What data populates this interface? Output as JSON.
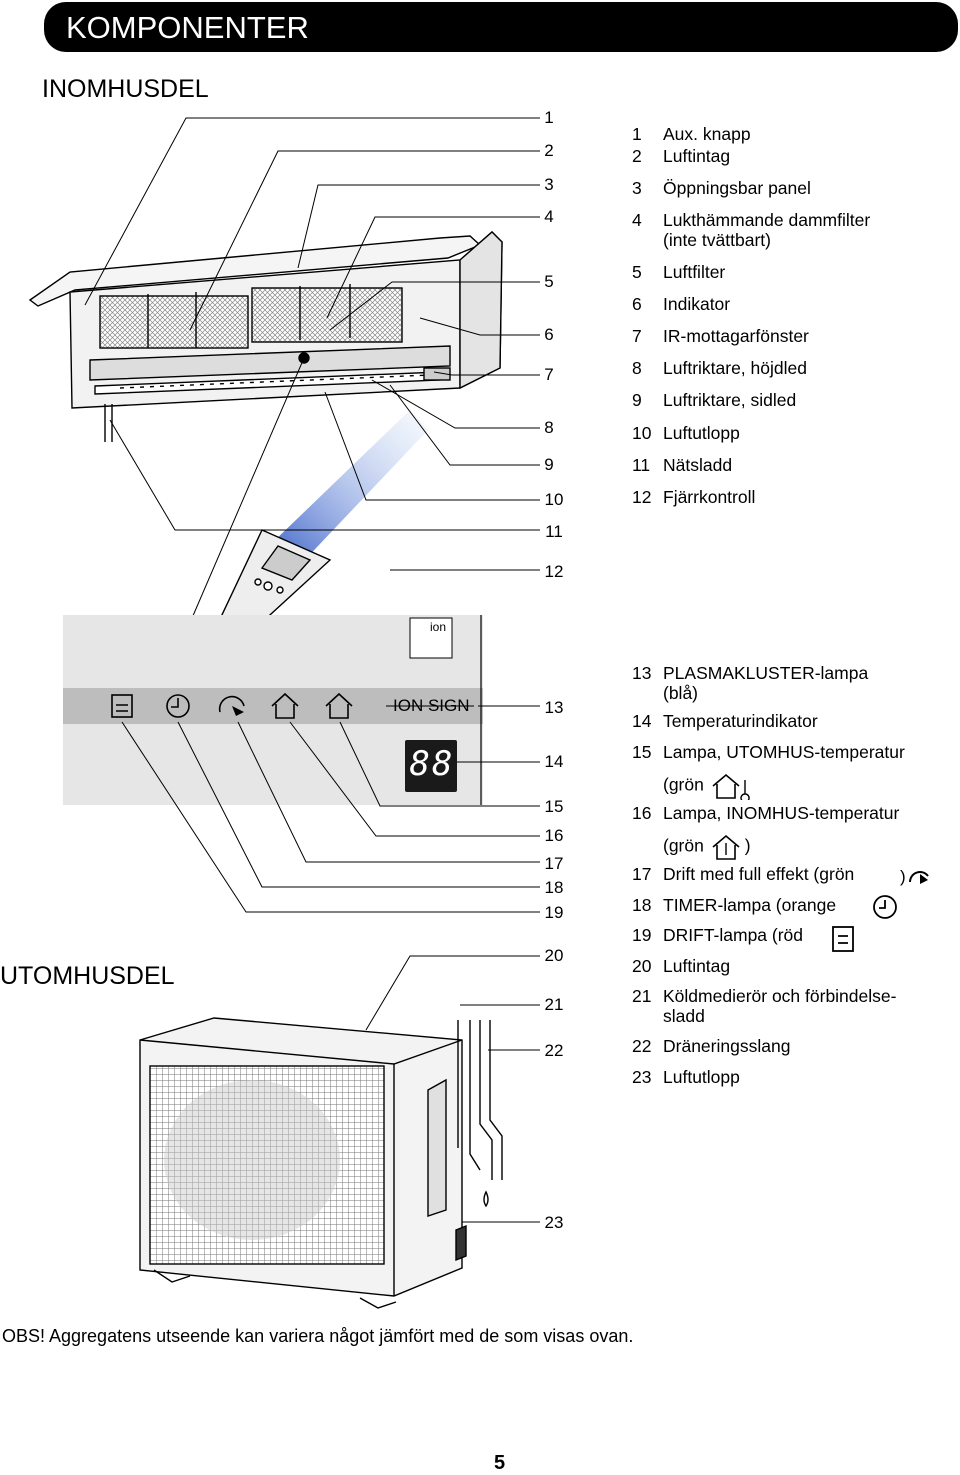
{
  "header": {
    "title": "KOMPONENTER"
  },
  "sections": {
    "indoor": "INOMHUSDEL",
    "outdoor": "UTOMHUSDEL"
  },
  "panel": {
    "ion_sign": "ION SIGN",
    "ion_badge": "ion",
    "display": "88"
  },
  "callouts": [
    "1",
    "2",
    "3",
    "4",
    "5",
    "6",
    "7",
    "8",
    "9",
    "10",
    "11",
    "12",
    "13",
    "14",
    "15",
    "16",
    "17",
    "18",
    "19",
    "20",
    "21",
    "22",
    "23"
  ],
  "legend": [
    {
      "n": "1",
      "text": "Aux. knapp"
    },
    {
      "n": "2",
      "text": "Luftintag"
    },
    {
      "n": "3",
      "text": "Öppningsbar panel"
    },
    {
      "n": "4",
      "text": "Lukthämmande dammfilter",
      "text2": "(inte tvättbart)"
    },
    {
      "n": "5",
      "text": "Luftfilter"
    },
    {
      "n": "6",
      "text": "Indikator"
    },
    {
      "n": "7",
      "text": "IR-mottagarfönster"
    },
    {
      "n": "8",
      "text": "Luftriktare, höjdled"
    },
    {
      "n": "9",
      "text": "Luftriktare, sidled"
    },
    {
      "n": "10",
      "text": "Luftutlopp"
    },
    {
      "n": "11",
      "text": "Nätsladd"
    },
    {
      "n": "12",
      "text": "Fjärrkontroll"
    },
    {
      "n": "13",
      "text": "PLASMAKLUSTER-lampa",
      "text2": "(blå)"
    },
    {
      "n": "14",
      "text": "Temperaturindikator"
    },
    {
      "n": "15",
      "text": "Lampa, UTOMHUS-temperatur",
      "text2": "(grön",
      "icon": "house-out-icon"
    },
    {
      "n": "16",
      "text": "Lampa, INOMHUS-temperatur",
      "text2": "(grön",
      "icon": "house-in-icon",
      "text3": ")"
    },
    {
      "n": "17",
      "text": "Drift med full effekt (grön",
      "icon": "full-power-icon",
      "text3": ")"
    },
    {
      "n": "18",
      "text": "TIMER-lampa (orange",
      "icon": "timer-icon"
    },
    {
      "n": "19",
      "text": "DRIFT-lampa (röd",
      "icon": "operation-icon"
    },
    {
      "n": "20",
      "text": "Luftintag"
    },
    {
      "n": "21",
      "text": "Köldmedierör och förbindelse-",
      "text2": "sladd"
    },
    {
      "n": "22",
      "text": "Dräneringsslang"
    },
    {
      "n": "23",
      "text": "Luftutlopp"
    }
  ],
  "note": "OBS! Aggregatens utseende kan variera något jämfört med de som visas ovan.",
  "page_number": "5"
}
